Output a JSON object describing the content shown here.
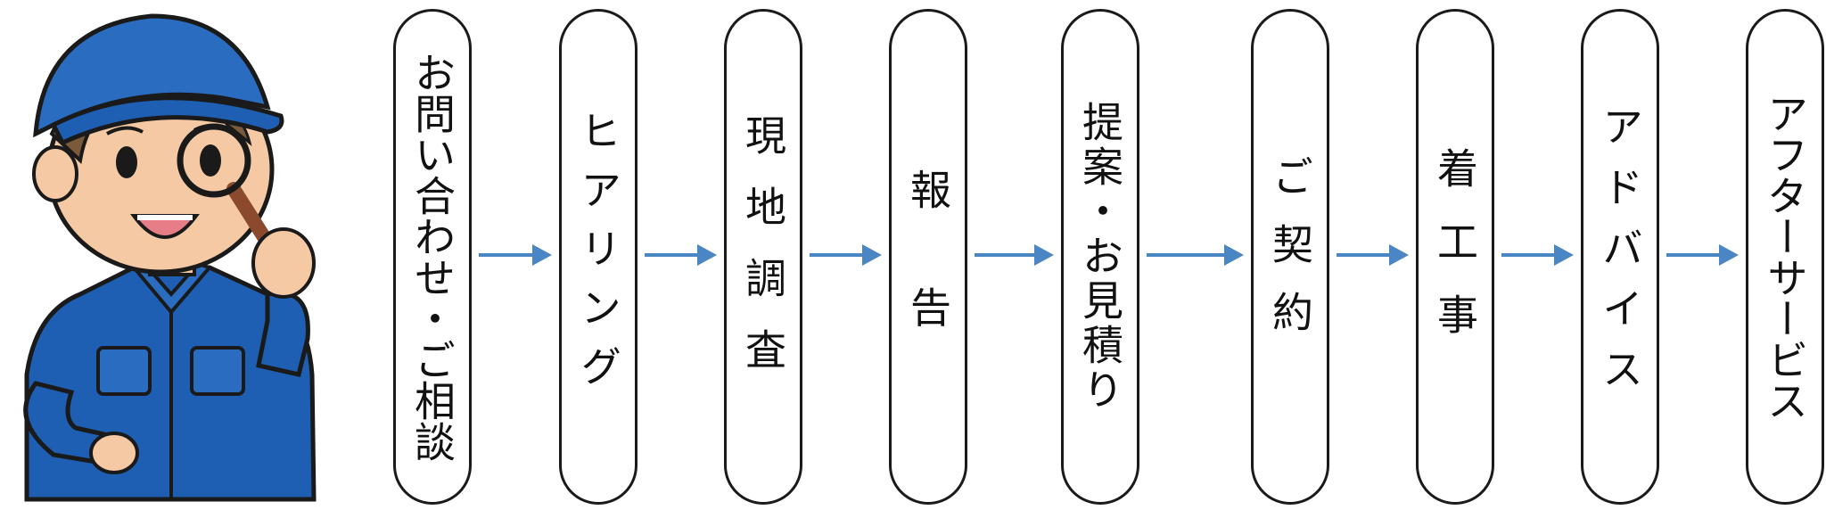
{
  "steps": [
    {
      "label": "お問い合わせ・ご相談",
      "spacing": "0px"
    },
    {
      "label": "ヒアリング",
      "spacing": "20px"
    },
    {
      "label": "現地調査",
      "spacing": "34px"
    },
    {
      "label": "報　告",
      "spacing": "20px"
    },
    {
      "label": "提案・お見積り",
      "spacing": "4px"
    },
    {
      "label": "ご契約",
      "spacing": "30px"
    },
    {
      "label": "着工事",
      "spacing": "36px"
    },
    {
      "label": "アドバイス",
      "spacing": "22px"
    },
    {
      "label": "アフターサービス",
      "spacing": "0px"
    }
  ],
  "colors": {
    "arrow": "#4a86c4",
    "border": "#1a1a1a",
    "uniform": "#1e5fb4",
    "cap": "#2a6cc0"
  },
  "icons": {
    "worker": "worker-with-magnifier-illustration",
    "arrow": "right-arrow-icon"
  }
}
